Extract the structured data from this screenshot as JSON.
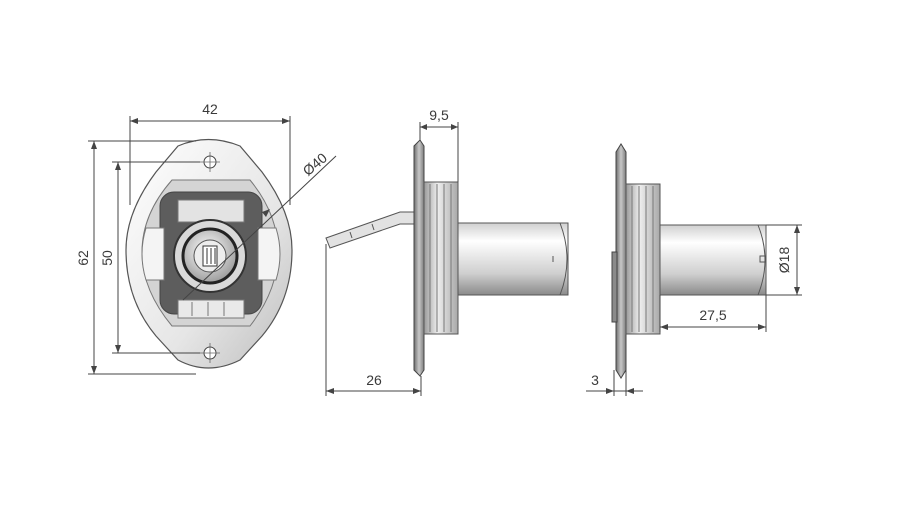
{
  "dimensions": {
    "width_42": "42",
    "height_62": "62",
    "height_50": "50",
    "diameter_40": "Ø40",
    "flange_9_5": "9,5",
    "lever_26": "26",
    "flange_3": "3",
    "barrel_27_5": "27,5",
    "diameter_18": "Ø18"
  },
  "colors": {
    "line": "#444444",
    "metal_light": "#f2f2f2",
    "metal_mid": "#c9c9c9",
    "metal_dark": "#7a7a7a"
  }
}
